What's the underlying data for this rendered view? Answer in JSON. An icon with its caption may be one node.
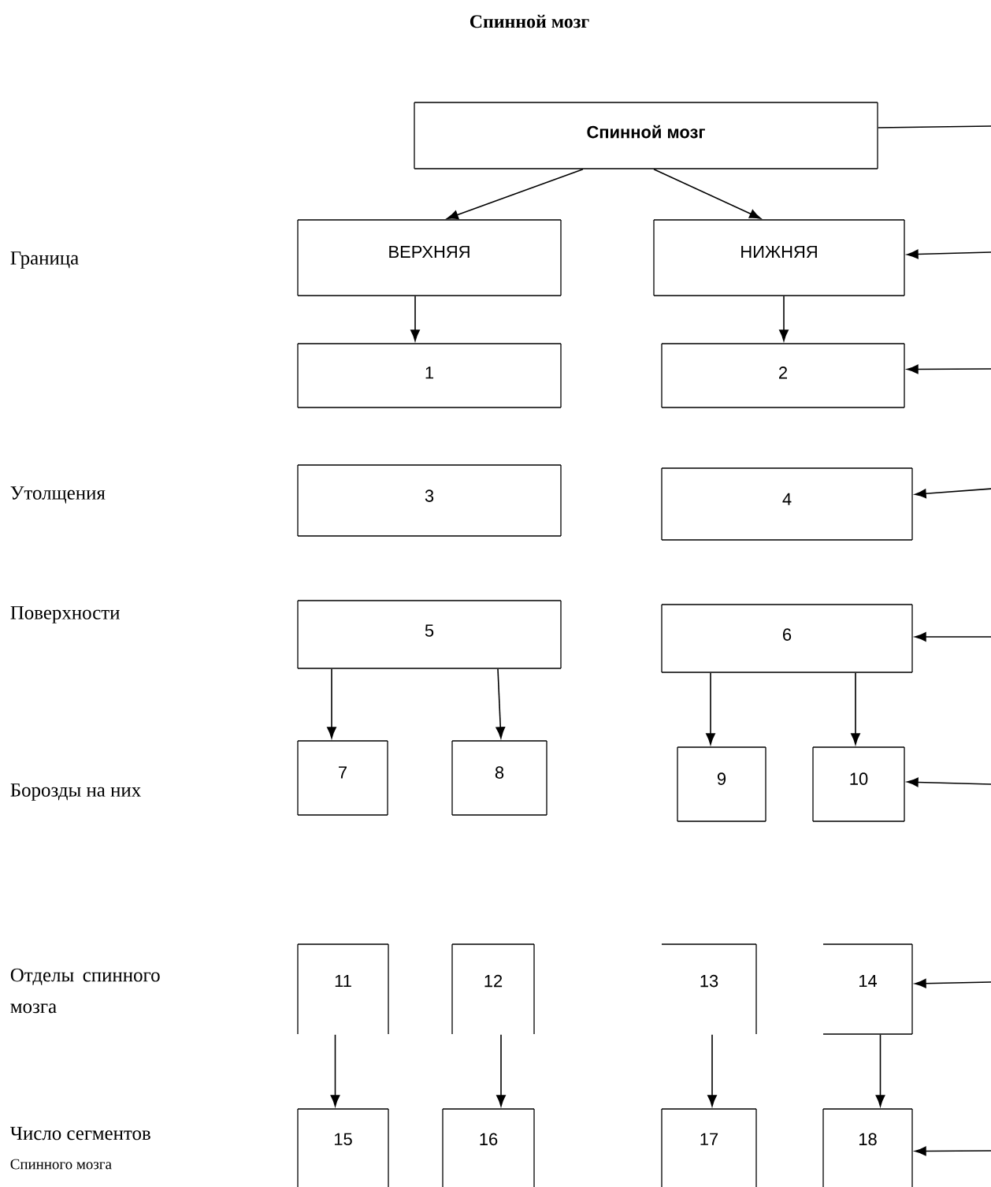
{
  "diagram": {
    "title": "Спинной мозг",
    "nodes": [
      {
        "text": [
          "Спинной мозг"
        ]
      },
      {
        "text": [
          "ВЕРХНЯЯ"
        ]
      },
      {
        "text": [
          "НИЖНЯЯ"
        ]
      },
      {
        "text": [
          "1"
        ]
      },
      {
        "text": [
          "2"
        ]
      },
      {
        "text": [
          "3"
        ]
      },
      {
        "text": [
          "4"
        ]
      },
      {
        "text": [
          "5"
        ]
      },
      {
        "text": [
          "6"
        ]
      },
      {
        "text": [
          "7"
        ]
      },
      {
        "text": [
          "8"
        ]
      },
      {
        "text": [
          "9"
        ]
      },
      {
        "text": [
          "10"
        ]
      },
      {
        "text": [
          "11"
        ]
      },
      {
        "text": [
          "12"
        ]
      },
      {
        "text": [
          "13"
        ]
      },
      {
        "text": [
          "14"
        ]
      },
      {
        "text": [
          "15"
        ]
      },
      {
        "text": [
          "16"
        ]
      },
      {
        "text": [
          "17"
        ]
      },
      {
        "text": [
          "18"
        ]
      }
    ],
    "edges": [
      {
        "from": 0,
        "to": 1,
        "arrow": "to"
      },
      {
        "from": 0,
        "to": 2,
        "arrow": "to"
      },
      {
        "from": 1,
        "to": 3,
        "arrow": "to"
      },
      {
        "from": 2,
        "to": 4,
        "arrow": "to"
      },
      {
        "from": 7,
        "to": 9,
        "arrow": "to"
      },
      {
        "from": 7,
        "to": 10,
        "arrow": "to"
      },
      {
        "from": 8,
        "to": 11,
        "arrow": "to"
      },
      {
        "from": 8,
        "to": 12,
        "arrow": "to"
      },
      {
        "from": 13,
        "to": 17,
        "arrow": "to"
      },
      {
        "from": 14,
        "to": 18,
        "arrow": "to"
      },
      {
        "from": 15,
        "to": 19,
        "arrow": "to"
      },
      {
        "from": 16,
        "to": 20,
        "arrow": "to"
      },
      {
        "from": 0,
        "to": null,
        "arrow": "none"
      },
      {
        "from": null,
        "to": 2,
        "arrow": "to"
      },
      {
        "from": null,
        "to": 4,
        "arrow": "to"
      },
      {
        "from": null,
        "to": 6,
        "arrow": "to"
      },
      {
        "from": null,
        "to": 8,
        "arrow": "to"
      },
      {
        "from": null,
        "to": 12,
        "arrow": "to"
      },
      {
        "from": null,
        "to": 16,
        "arrow": "to"
      },
      {
        "from": null,
        "to": 20,
        "arrow": "to"
      }
    ],
    "labels": [
      "Граница",
      "Утолщения",
      "Поверхности",
      "Борозды на них",
      "Отделы спинного мозга",
      "Число сегментов",
      "Спинного мозга"
    ]
  }
}
